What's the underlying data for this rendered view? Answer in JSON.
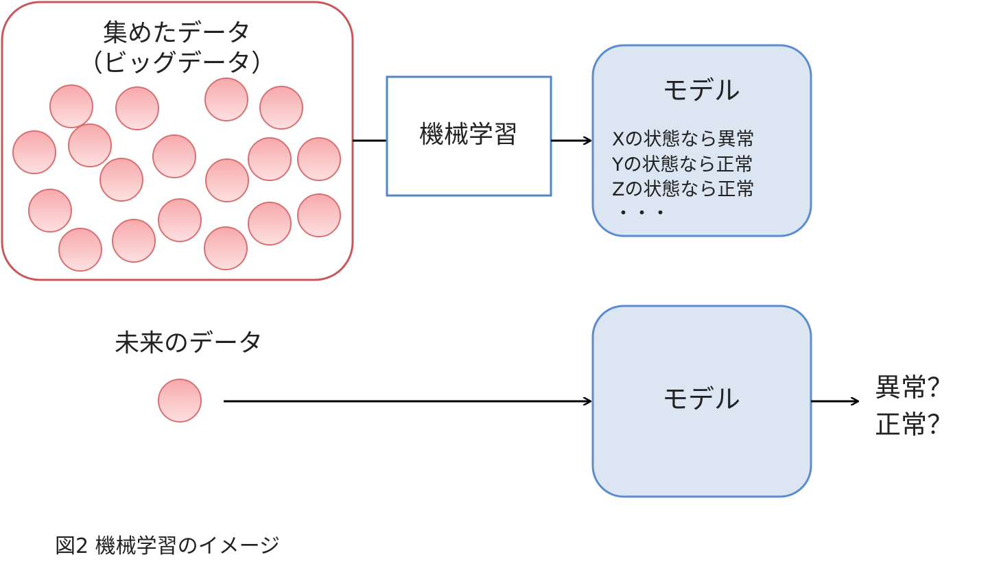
{
  "collected": {
    "title_line1": "集めたデータ",
    "title_line2": "（ビッグデータ）"
  },
  "ml": {
    "label": "機械学習"
  },
  "model_top": {
    "title": "モデル",
    "rules": [
      "Xの状態なら異常",
      "Yの状態なら正常",
      "Zの状態なら正常",
      "・・・"
    ]
  },
  "future": {
    "label": "未来のデータ"
  },
  "model_bottom": {
    "title": "モデル"
  },
  "result": {
    "line1": "異常？",
    "line2": "正常？"
  },
  "caption": "図2 機械学習のイメージ",
  "colors": {
    "data_border": "#c9575a",
    "circle_fill": "#f8b4b6",
    "model_fill": "#dce6f2",
    "model_border": "#5b8bd0",
    "ml_border": "#4f86c6"
  }
}
